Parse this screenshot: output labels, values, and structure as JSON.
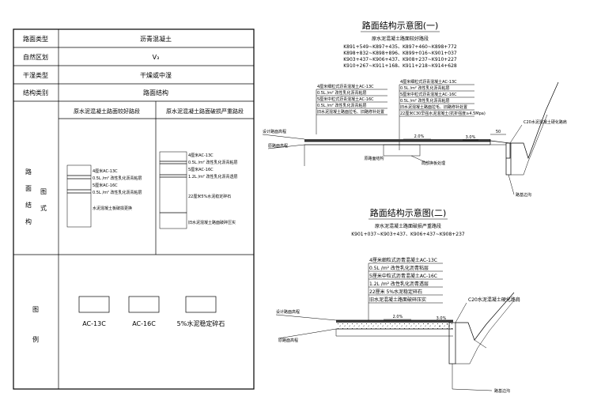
{
  "table": {
    "rows": [
      {
        "label": "路面类型",
        "value": "沥青混凝土"
      },
      {
        "label": "自然区划",
        "value": "V₃"
      },
      {
        "label": "干湿类型",
        "value": "干燥或中湿"
      },
      {
        "label": "结构类别",
        "value": "路面结构"
      }
    ],
    "col_a_title": "原水泥混凝土路面较好路段",
    "col_b_title": "原水泥混凝土路面破损严重路段",
    "struct_label_chars": [
      "路",
      "面",
      "结",
      "构"
    ],
    "struct_label_chars2": [
      "图",
      "式"
    ],
    "legend_label_chars": [
      "图",
      "例"
    ],
    "col_a_layers": [
      "4厘米AC-13C",
      "0.5L /m² 改性乳化沥青粘层",
      "5厘米AC-16C",
      "0.5L /m² 改性乳化沥青粘层",
      "水泥混凝土板破损更换"
    ],
    "col_b_layers": [
      "4厘米AC-13C",
      "0.5L /m² 改性乳化沥青粘层",
      "5厘米AC-16C",
      "1.2L /m² 改性乳化沥青透层",
      "22厘米5%水泥稳定碎石",
      "旧水泥混凝土路面破碎压实"
    ],
    "legend": [
      "AC-13C",
      "AC-16C",
      "5%水泥稳定碎石"
    ]
  },
  "diagram1": {
    "title": "路面结构示意图(一)",
    "subtitle": "原水泥混凝土路面较好路段",
    "stations": [
      "K891+549~K897+435、K897+460~K898+772",
      "K898+832~K898+896、K899+016~K901+037",
      "K903+437~K906+437、K908+237~K910+227",
      "K910+267~K911+168、K911+218~K914+628"
    ],
    "layers_left": [
      "4厘米细粒式沥青混凝土AC-13C",
      "0.5L /m² 改性乳化沥青粘层",
      "5厘米中粒式沥青混凝土AC-16C",
      "0.5L /m² 改性乳化沥青粘层",
      "旧水泥混凝土路面拉毛、旧路修补处置"
    ],
    "layers_right": [
      "4厘米细粒式沥青混凝土AC-13C",
      "0.5L /m² 改性乳化沥青粘层",
      "5厘米中粒式沥青混凝土AC-16C",
      "0.5L /m² 改性乳化沥青粘层",
      "旧水泥混凝土路面拉毛、旧路修补处置",
      "22厘米C30早强水泥混凝土(抗折强度≥4.5Mpa)"
    ],
    "label_design": "设计路面高程",
    "label_old": "原路面高程",
    "label_old_struct": "原路面结构",
    "label_local": "局部换板处理",
    "slope": "2.0%",
    "slope2": "3.0%",
    "dim": "50",
    "curb": "C20水泥混凝土硬化路肩",
    "edge": "路基边沟"
  },
  "diagram2": {
    "title": "路面结构示意图(二)",
    "subtitle": "原水泥混凝土路面破损严重路段",
    "stations": "K901+037~K903+437、K906+437~K908+237",
    "layers": [
      "4厘米细粒式沥青混凝土AC-13C",
      "0.5L /m² 改性乳化沥青粘层",
      "5厘米中粒式沥青混凝土AC-16C",
      "1.2L /m² 改性乳化沥青透层",
      "22厘米 5%水泥稳定碎石",
      "旧水泥混凝土路面破碎压实"
    ],
    "label_design": "设计路面高程",
    "label_old": "原路面高程",
    "slope": "2.0%",
    "slope2": "3.0%",
    "curb": "C20水泥混凝土硬化路肩",
    "edge": "路基边沟"
  }
}
